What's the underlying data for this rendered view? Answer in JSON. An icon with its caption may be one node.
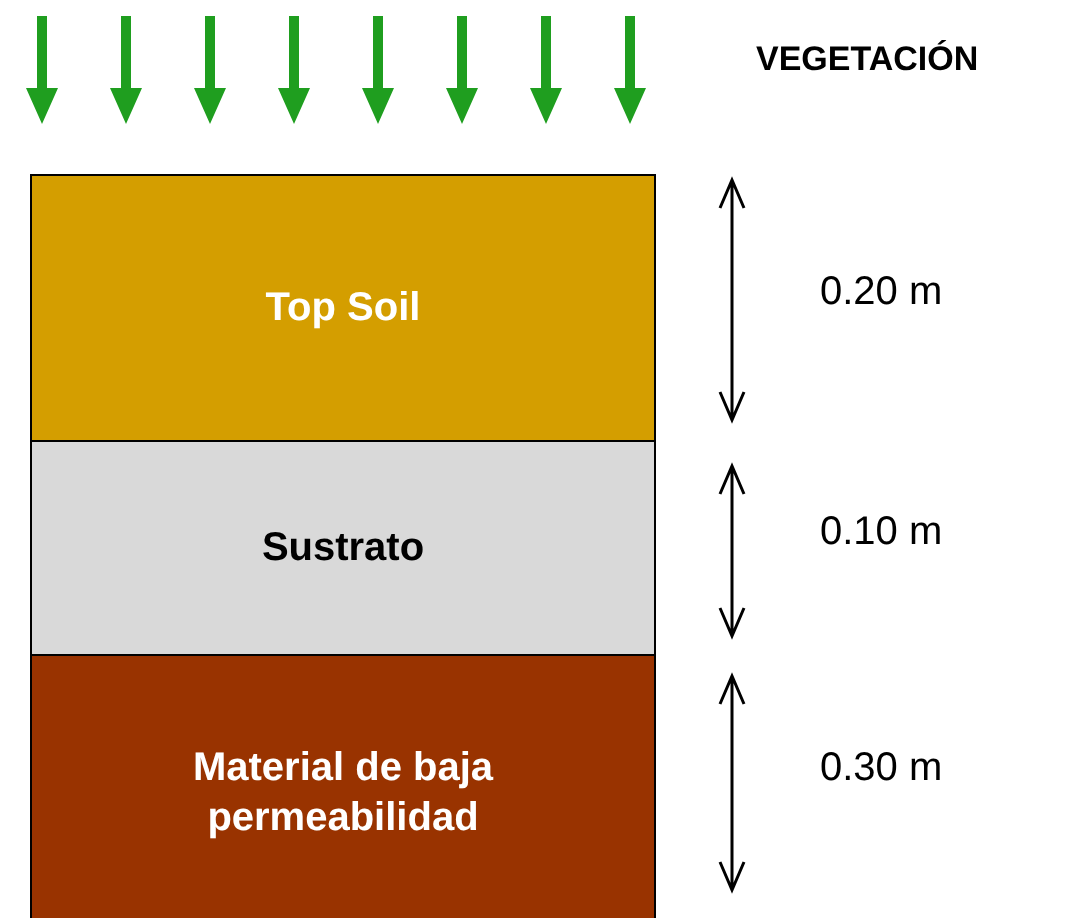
{
  "diagram": {
    "nodes": [
      {
        "text": [
          "Top Soil"
        ]
      },
      {
        "text": [
          "Sustrato"
        ]
      },
      {
        "text": [
          "Material de baja permeabilidad"
        ]
      }
    ],
    "labels": [
      "VEGETACIÓN",
      "0.20 m",
      "0.10 m",
      "0.30 m"
    ]
  }
}
